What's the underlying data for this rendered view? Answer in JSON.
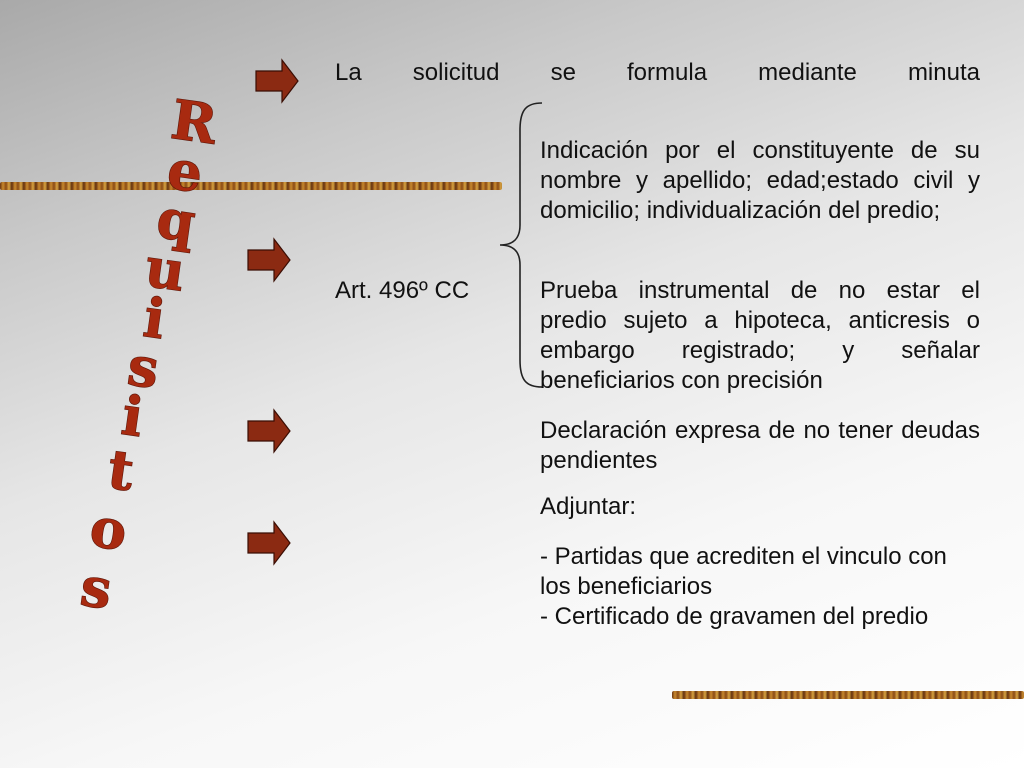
{
  "vertical_title": {
    "letters": [
      "R",
      "e",
      "q",
      "u",
      "i",
      "s",
      "i",
      "t",
      "o",
      "s"
    ],
    "color": "#a82a10"
  },
  "first_line_words": [
    "La",
    "solicitud",
    "se",
    "formula",
    "mediante",
    "minuta"
  ],
  "article_label": "Art. 496º CC",
  "items": [
    "Indicación por el  constituyente de su nombre y apellido; edad;estado civil  y domicilio; individualización del predio;",
    "Prueba instrumental de no estar el predio sujeto a  hipoteca, anticresis o embargo registrado; y señalar beneficiarios con precisión",
    "Declaración expresa de no tener deudas pendientes",
    "Adjuntar:"
  ],
  "attachments": [
    "- Partidas que acrediten el vinculo con los beneficiarios",
    "- Certificado de gravamen del predio"
  ],
  "colors": {
    "arrow_fill": "#8b2a12",
    "arrow_stroke": "#3a0e04",
    "rope_dark": "#6b3410",
    "rope_light": "#d9a441"
  },
  "icons": [
    "arrow-right-icon",
    "brace-icon"
  ]
}
